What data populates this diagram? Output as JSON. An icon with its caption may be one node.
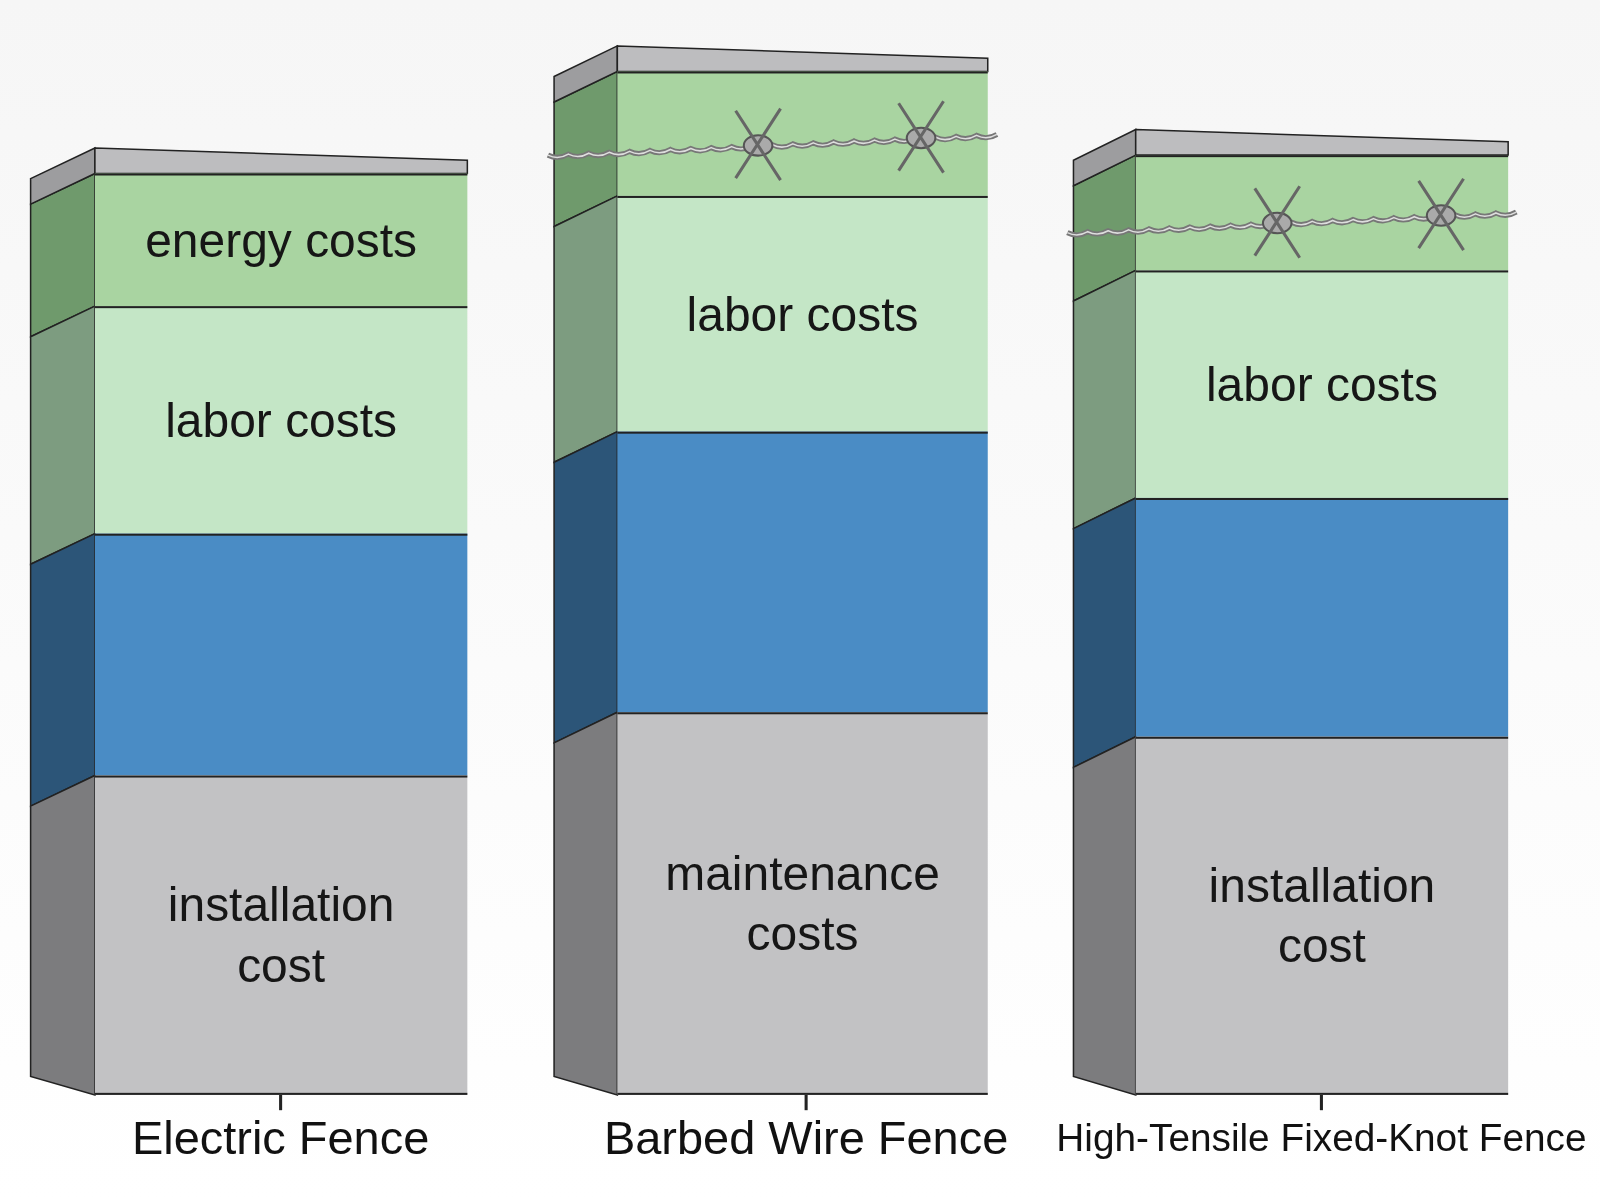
{
  "diagram": {
    "nodes": [
      {
        "text": [
          "energy costs"
        ]
      },
      {
        "text": [
          "labor costs"
        ]
      },
      {
        "text": [],
        "shape": "box"
      },
      {
        "text": [
          "installation cost"
        ],
        "beside": [
          "Electric Fence"
        ]
      },
      {
        "text": [],
        "shape": "box"
      },
      {
        "text": [
          "labor costs"
        ]
      },
      {
        "text": [],
        "shape": "box"
      },
      {
        "text": [
          "maintenance costs"
        ],
        "beside": [
          "Barbed Wire Fence"
        ]
      },
      {
        "text": [],
        "shape": "box"
      },
      {
        "text": [
          "labor costs"
        ]
      },
      {
        "text": [],
        "shape": "box"
      },
      {
        "text": [
          "installation cost"
        ],
        "beside": [
          "High-Tensile Fixed-Knot Fence"
        ]
      }
    ],
    "edges": []
  }
}
